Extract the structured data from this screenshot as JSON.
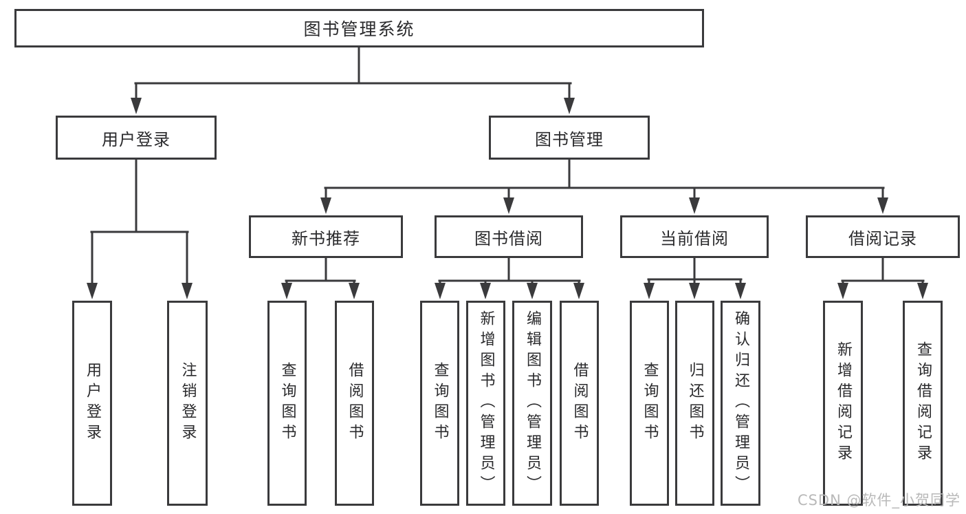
{
  "diagram": {
    "tree": {
      "label": "图书管理系统",
      "children": [
        {
          "label": "用户登录",
          "children": [
            {
              "label": "用户登录"
            },
            {
              "label": "注销登录"
            }
          ]
        },
        {
          "label": "图书管理",
          "children": [
            {
              "label": "新书推荐",
              "children": [
                {
                  "label": "查询图书"
                },
                {
                  "label": "借阅图书"
                }
              ]
            },
            {
              "label": "图书借阅",
              "children": [
                {
                  "label": "查询图书"
                },
                {
                  "label": "新增图书（管理员）"
                },
                {
                  "label": "编辑图书（管理员）"
                },
                {
                  "label": "借阅图书"
                }
              ]
            },
            {
              "label": "当前借阅",
              "children": [
                {
                  "label": "查询图书"
                },
                {
                  "label": "归还图书"
                },
                {
                  "label": "确认归还（管理员）"
                }
              ]
            },
            {
              "label": "借阅记录",
              "children": [
                {
                  "label": "新增借阅记录"
                },
                {
                  "label": "查询借阅记录"
                }
              ]
            }
          ]
        }
      ]
    },
    "watermark": {
      "text": "CSDN @软件_小贺同学"
    },
    "colors": {
      "line": "#3a3a3c",
      "text": "#2a2a2c",
      "watermark": "#b9b9b9",
      "background": "#ffffff"
    }
  }
}
